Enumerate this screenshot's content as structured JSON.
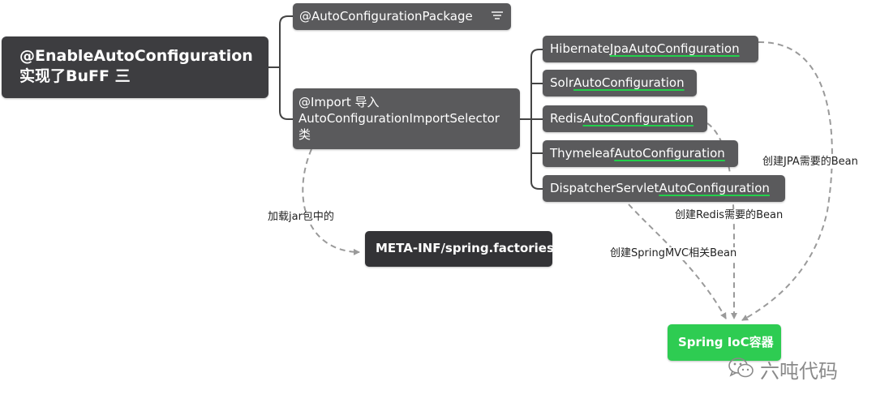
{
  "root": {
    "line1": "@EnableAutoConfiguration",
    "line2": "实现了BuFF 三"
  },
  "package_node": {
    "label": "@AutoConfigurationPackage",
    "icon": "menu-lines-icon"
  },
  "import_node": {
    "line1": "@Import 导入",
    "line2": "AutoConfigurationImportSelector",
    "line3": "类"
  },
  "auto_configs": [
    {
      "prefix": "Hibernate",
      "mid": "Jpa",
      "suffix": "AutoConfiguration",
      "underlined": "JpaAutoConfiguration"
    },
    {
      "prefix": "Solr",
      "suffix": "AutoConfiguration"
    },
    {
      "prefix": "Redis",
      "suffix": "AutoConfiguration"
    },
    {
      "prefix": "Thymeleaf",
      "suffix": "AutoConfiguration"
    },
    {
      "prefix": "DispatcherServlet",
      "suffix": "AutoConfiguration"
    }
  ],
  "factories_node": {
    "label": "META-INF/spring.factories"
  },
  "ioc_node": {
    "label": "Spring IoC容器"
  },
  "edge_labels": {
    "load_jar": "加载jar包中的",
    "create_jpa": "创建JPA需要的Bean",
    "create_redis": "创建Redis需要的Bean",
    "create_mvc": "创建SpringMVC相关Bean"
  },
  "watermark": {
    "text": "六吨代码",
    "icon": "wechat-icon"
  },
  "colors": {
    "node": "#5a5a5c",
    "root": "#3d3d40",
    "meta": "#333336",
    "ioc": "#2ecc52",
    "underline": "#22d04b",
    "connector": "#444444",
    "dashed": "#9a9a9a"
  }
}
